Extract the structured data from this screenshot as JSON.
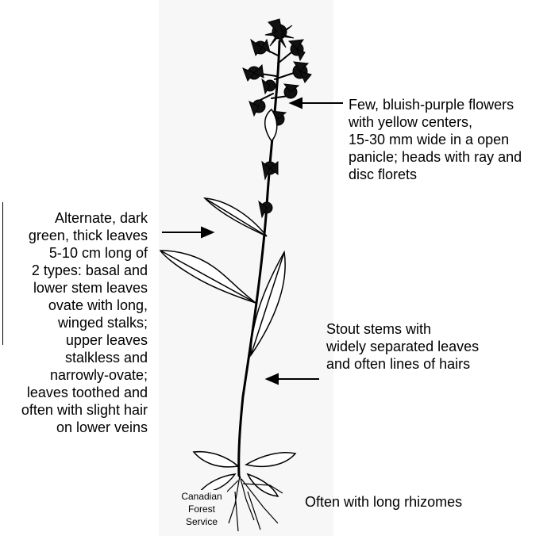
{
  "annotations": {
    "flowers": [
      "Few, bluish-purple flowers",
      "with yellow centers,",
      "15-30 mm wide in a open",
      "panicle; heads with ray and",
      "disc florets"
    ],
    "leaves": [
      "Alternate, dark",
      "green, thick leaves",
      "5-10 cm long of",
      "2 types: basal and",
      "lower stem leaves",
      "ovate with long,",
      "winged stalks;",
      "upper leaves",
      "stalkless and",
      "narrowly-ovate;",
      "leaves toothed and",
      "often with slight hair",
      "on lower veins"
    ],
    "stems": [
      "Stout stems with",
      "widely separated leaves",
      "and often lines of hairs"
    ],
    "rhizomes": "Often with long rhizomes"
  },
  "credit": [
    "Canadian",
    "Forest",
    "Service"
  ],
  "colors": {
    "ink": "#000000",
    "background": "#ffffff",
    "illustration_bg": "#f7f7f7"
  }
}
